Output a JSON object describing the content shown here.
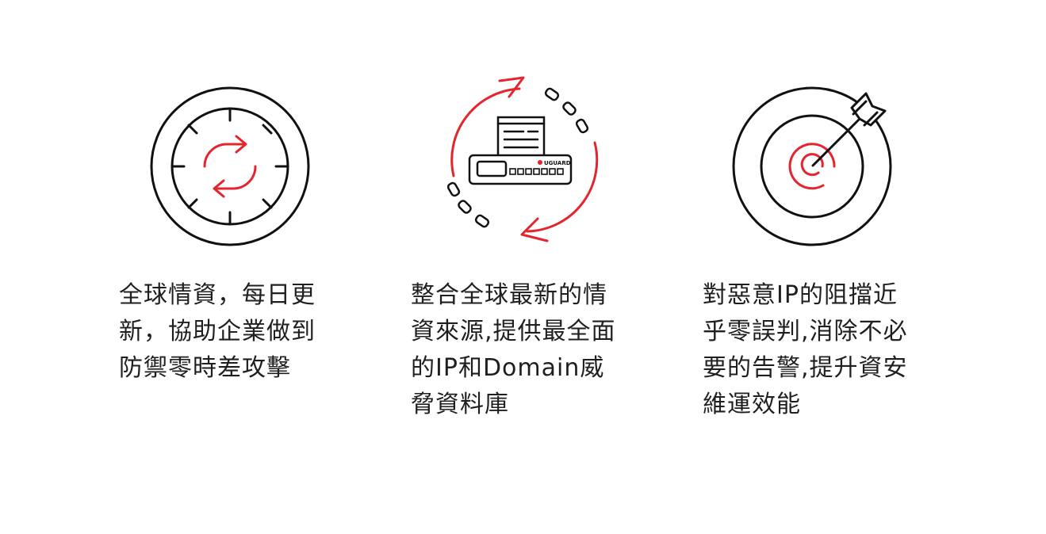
{
  "colors": {
    "ink": "#111111",
    "accent": "#e5252e",
    "text": "#1f1f1f",
    "background": "#ffffff"
  },
  "features": [
    {
      "icon": "clock-refresh-icon",
      "lines": [
        "全球情資，每日更",
        "新，協助企業做到",
        "防禦零時差攻擊"
      ]
    },
    {
      "icon": "device-sync-icon",
      "device_brand": "UGUARD",
      "lines": [
        "整合全球最新的情",
        "資來源,提供最全面",
        "的IP和Domain威",
        "脅資料庫"
      ]
    },
    {
      "icon": "target-arrow-icon",
      "lines": [
        "對惡意IP的阻擋近",
        "乎零誤判,消除不必",
        "要的告警,提升資安",
        "維運效能"
      ]
    }
  ]
}
